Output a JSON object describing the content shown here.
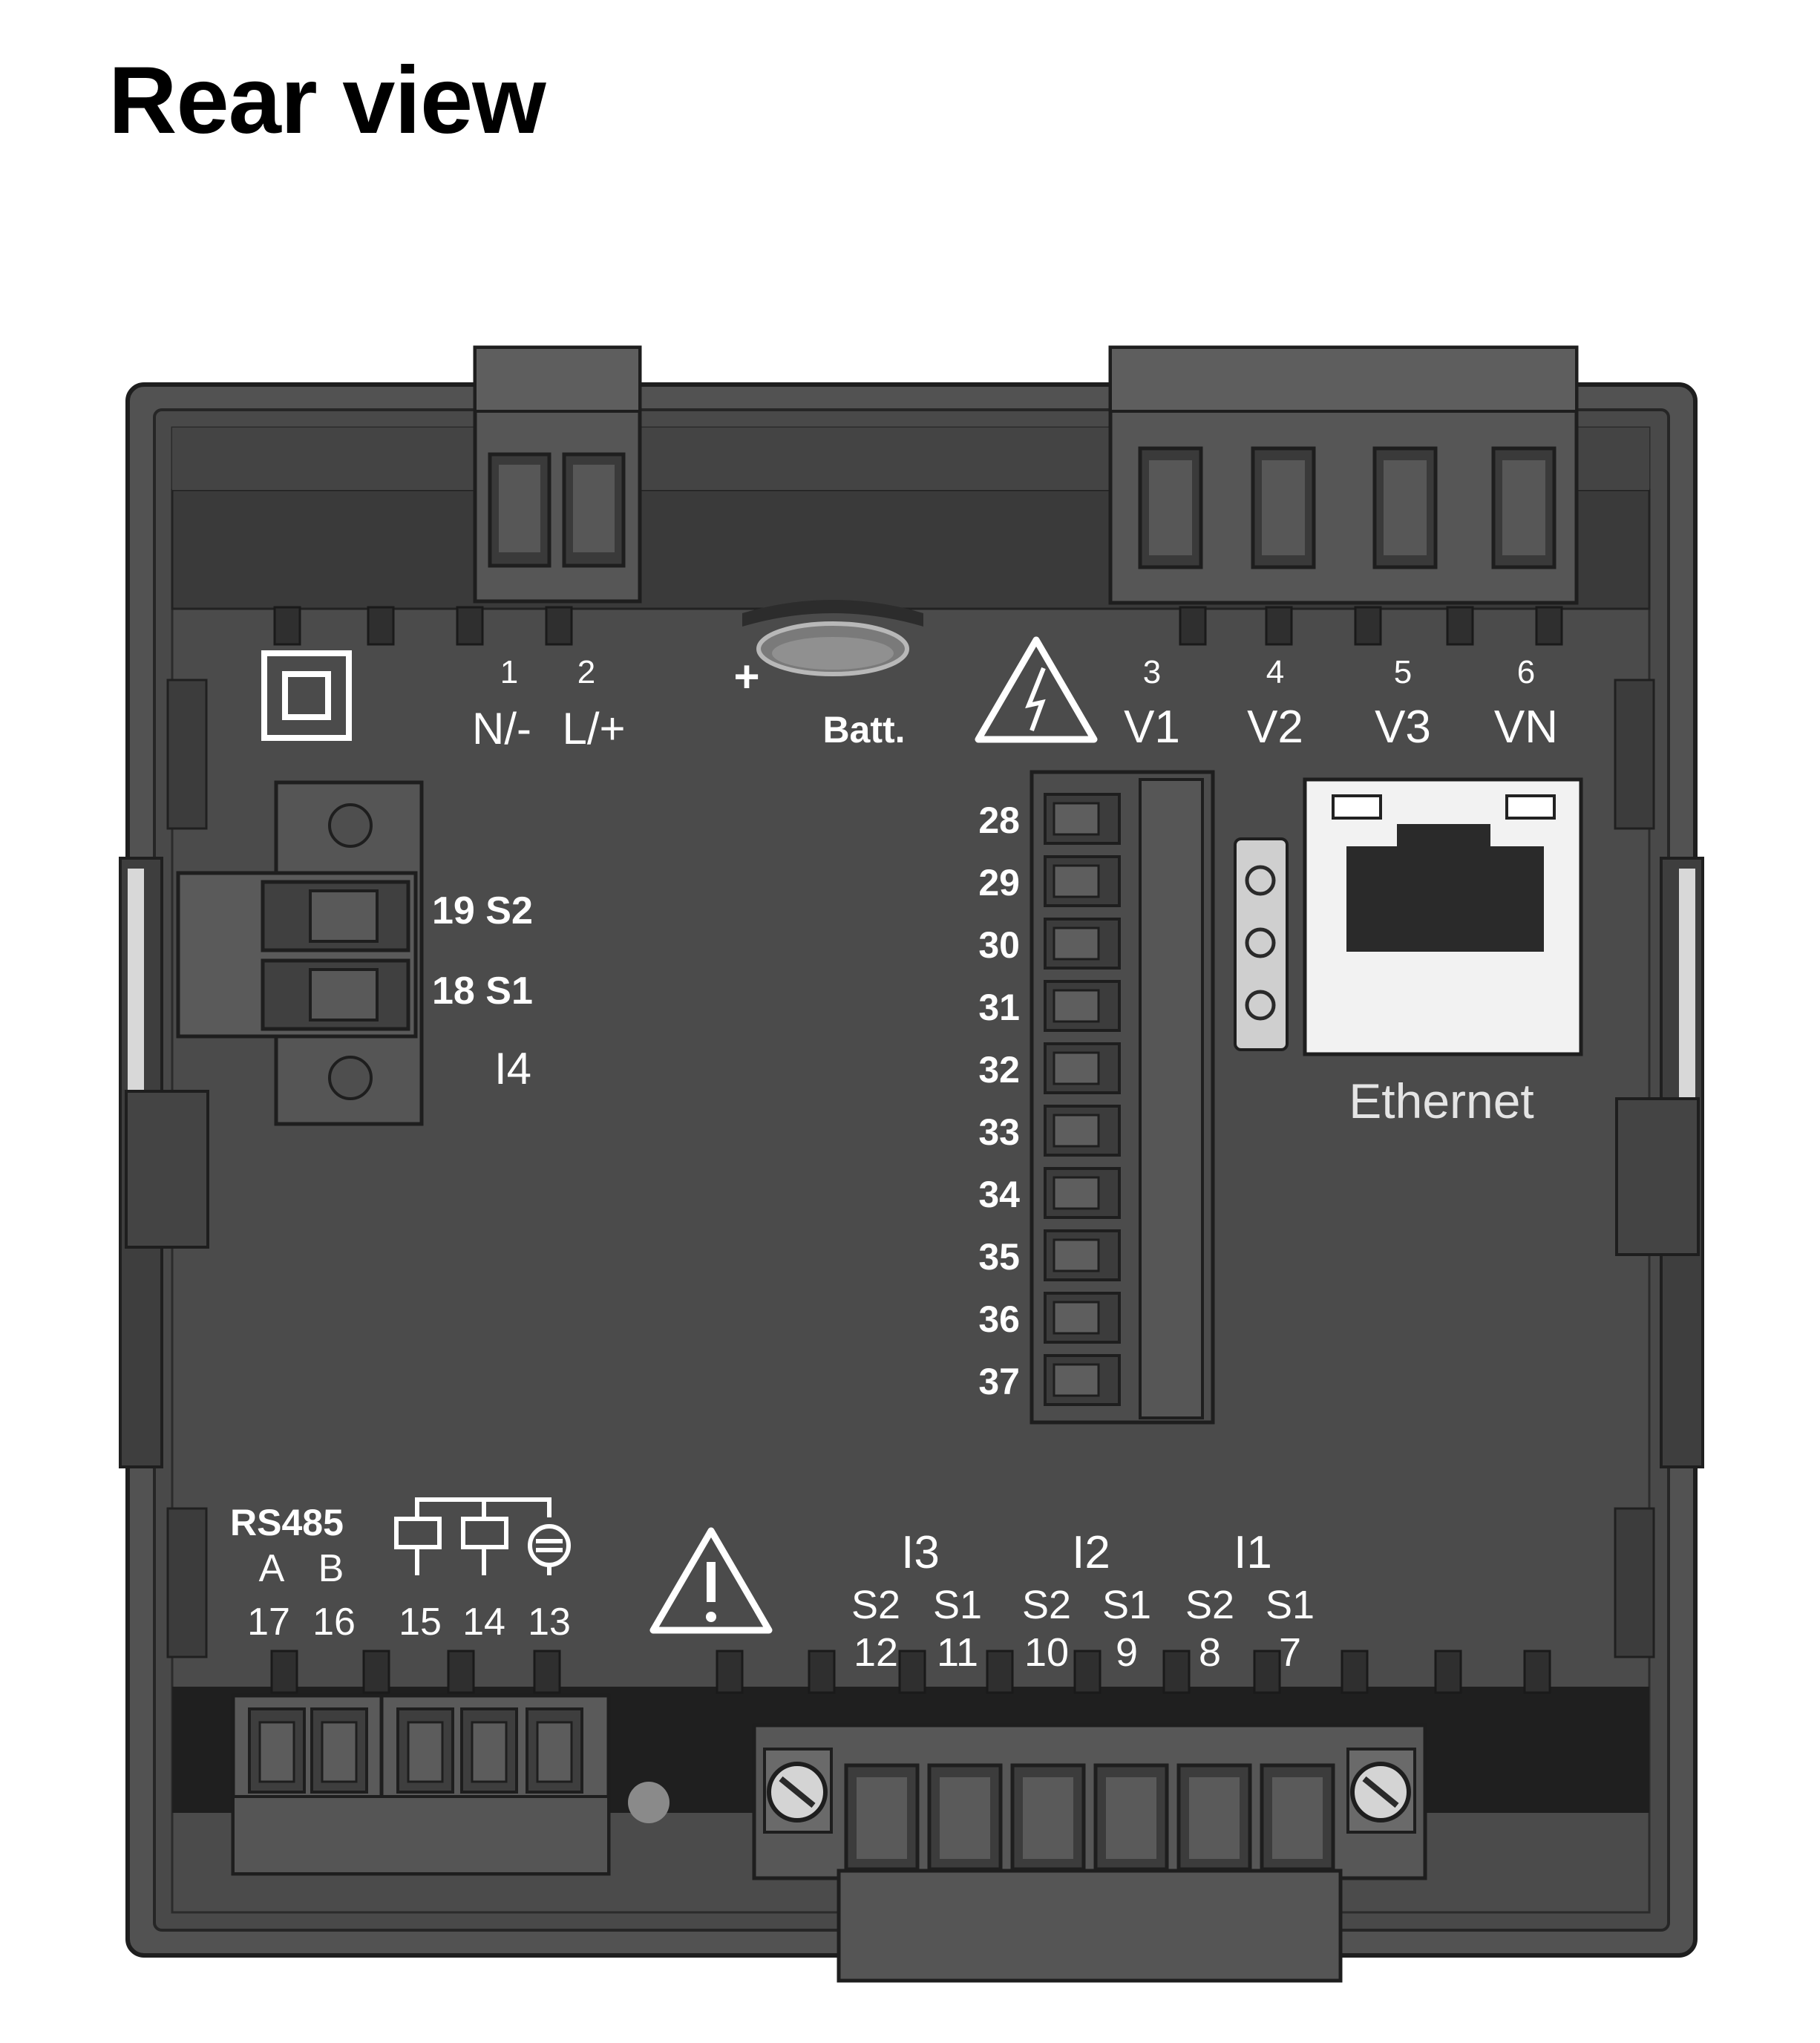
{
  "title": "Rear view",
  "colors": {
    "housing": "#4a4a4a",
    "housing_dark": "#2e2e2e",
    "terminal": "#5a5a5a",
    "label": "#ffffff",
    "ethernet_jack": "#f2f2f2"
  },
  "icons": [
    "protective-insulation-icon",
    "high-voltage-warning-icon",
    "caution-warning-icon",
    "relay-output-icon",
    "rj45-port-icon",
    "led-indicator-icon",
    "screw-icon",
    "battery-icon"
  ],
  "power_supply": {
    "pin1_number": "1",
    "pin1_label": "N/-",
    "pin2_number": "2",
    "pin2_label": "L/+"
  },
  "battery": {
    "plus": "+",
    "label": "Batt."
  },
  "voltage_inputs": [
    {
      "number": "3",
      "label": "V1"
    },
    {
      "number": "4",
      "label": "V2"
    },
    {
      "number": "5",
      "label": "V3"
    },
    {
      "number": "6",
      "label": "VN"
    }
  ],
  "i4_input": {
    "s2": "19 S2",
    "s1": "18 S1",
    "name": "I4"
  },
  "digital_io": [
    "28",
    "29",
    "30",
    "31",
    "32",
    "33",
    "34",
    "35",
    "36",
    "37"
  ],
  "ethernet": {
    "label": "Ethernet"
  },
  "rs485": {
    "title": "RS485",
    "a": "A",
    "b": "B",
    "a_num": "17",
    "b_num": "16"
  },
  "relay": {
    "n15": "15",
    "n14": "14",
    "n13": "13"
  },
  "current_inputs": {
    "groups": [
      "I3",
      "I2",
      "I1"
    ],
    "s_labels": [
      "S2",
      "S1",
      "S2",
      "S1",
      "S2",
      "S1"
    ],
    "numbers": [
      "12",
      "11",
      "10",
      "9",
      "8",
      "7"
    ]
  }
}
